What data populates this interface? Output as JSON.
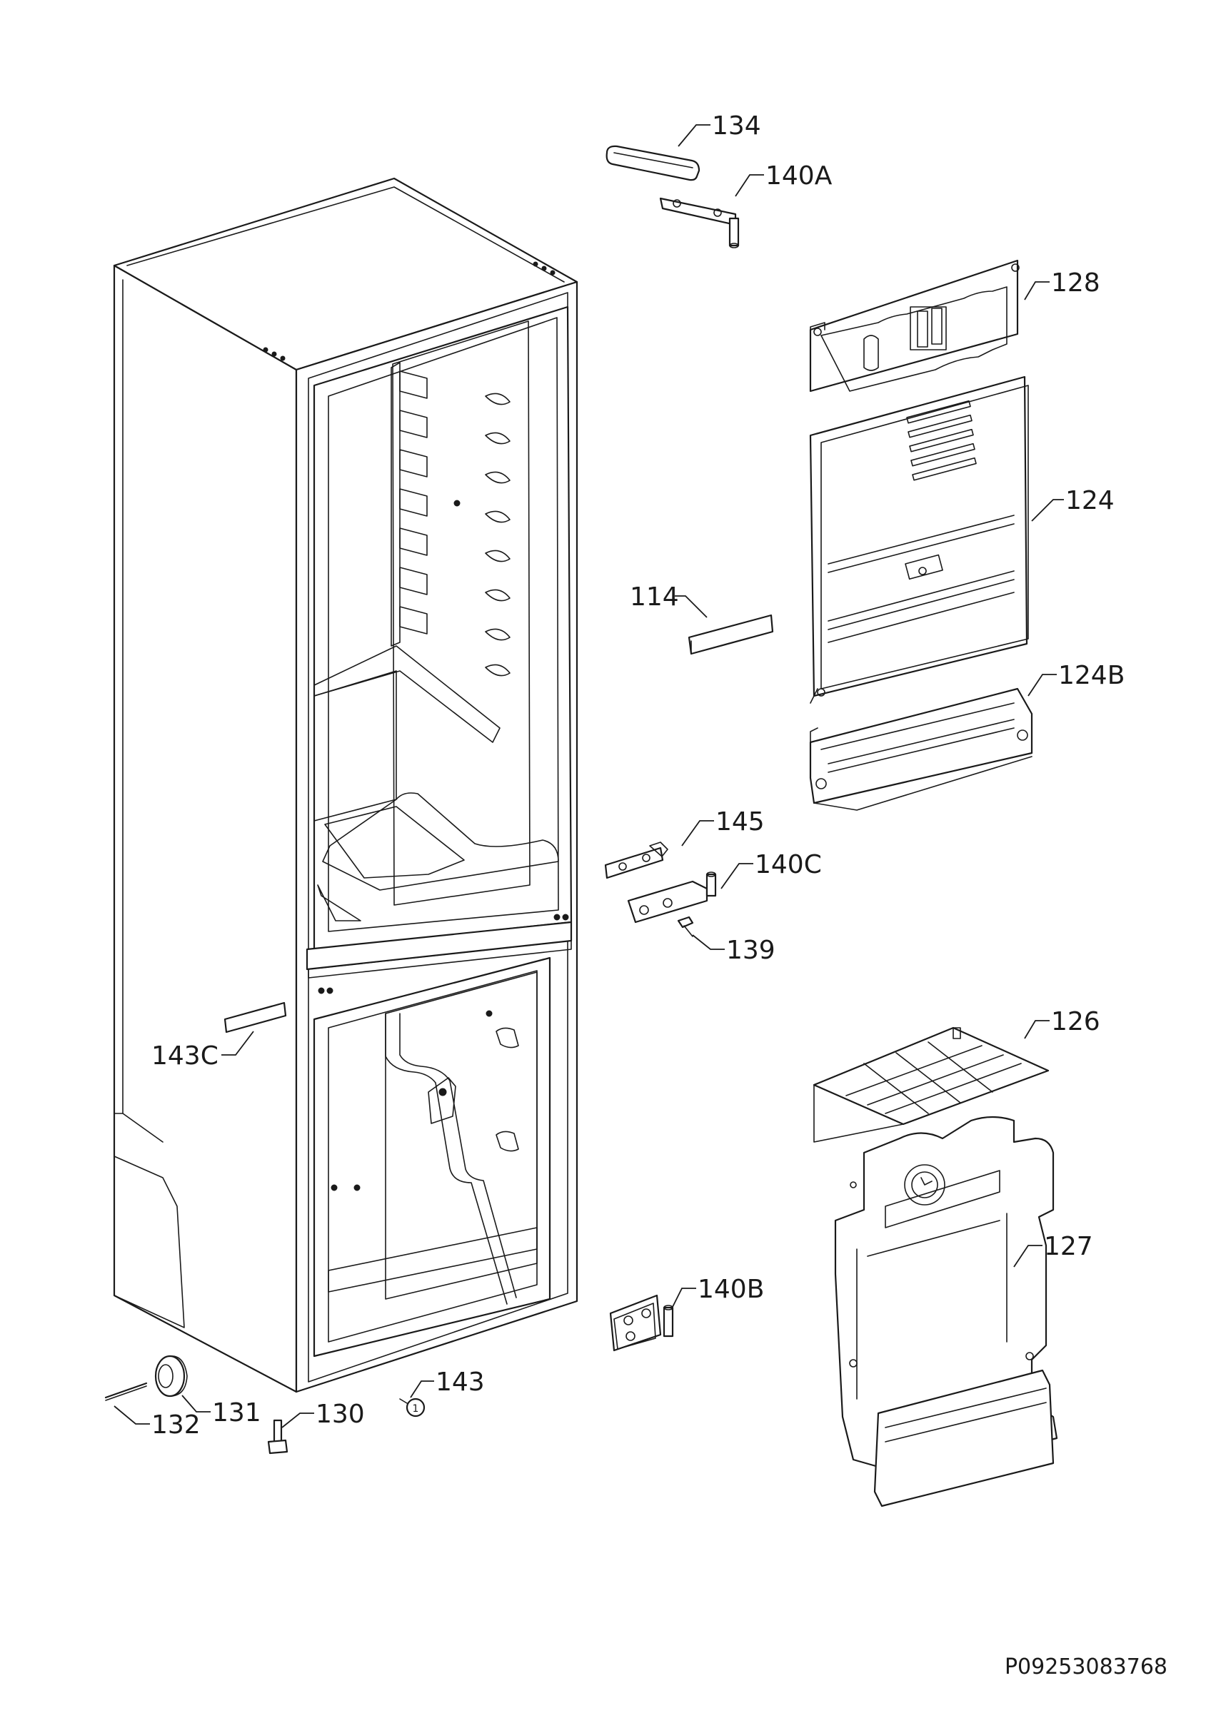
{
  "document": {
    "reference": "P09253083768"
  },
  "callouts": {
    "c134": "134",
    "c140A": "140A",
    "c128": "128",
    "c124": "124",
    "c114": "114",
    "c124B": "124B",
    "c145": "145",
    "c140C": "140C",
    "c139": "139",
    "c126": "126",
    "c143C": "143C",
    "c127": "127",
    "c140B": "140B",
    "c143": "143",
    "c131": "131",
    "c132": "132",
    "c130": "130"
  }
}
